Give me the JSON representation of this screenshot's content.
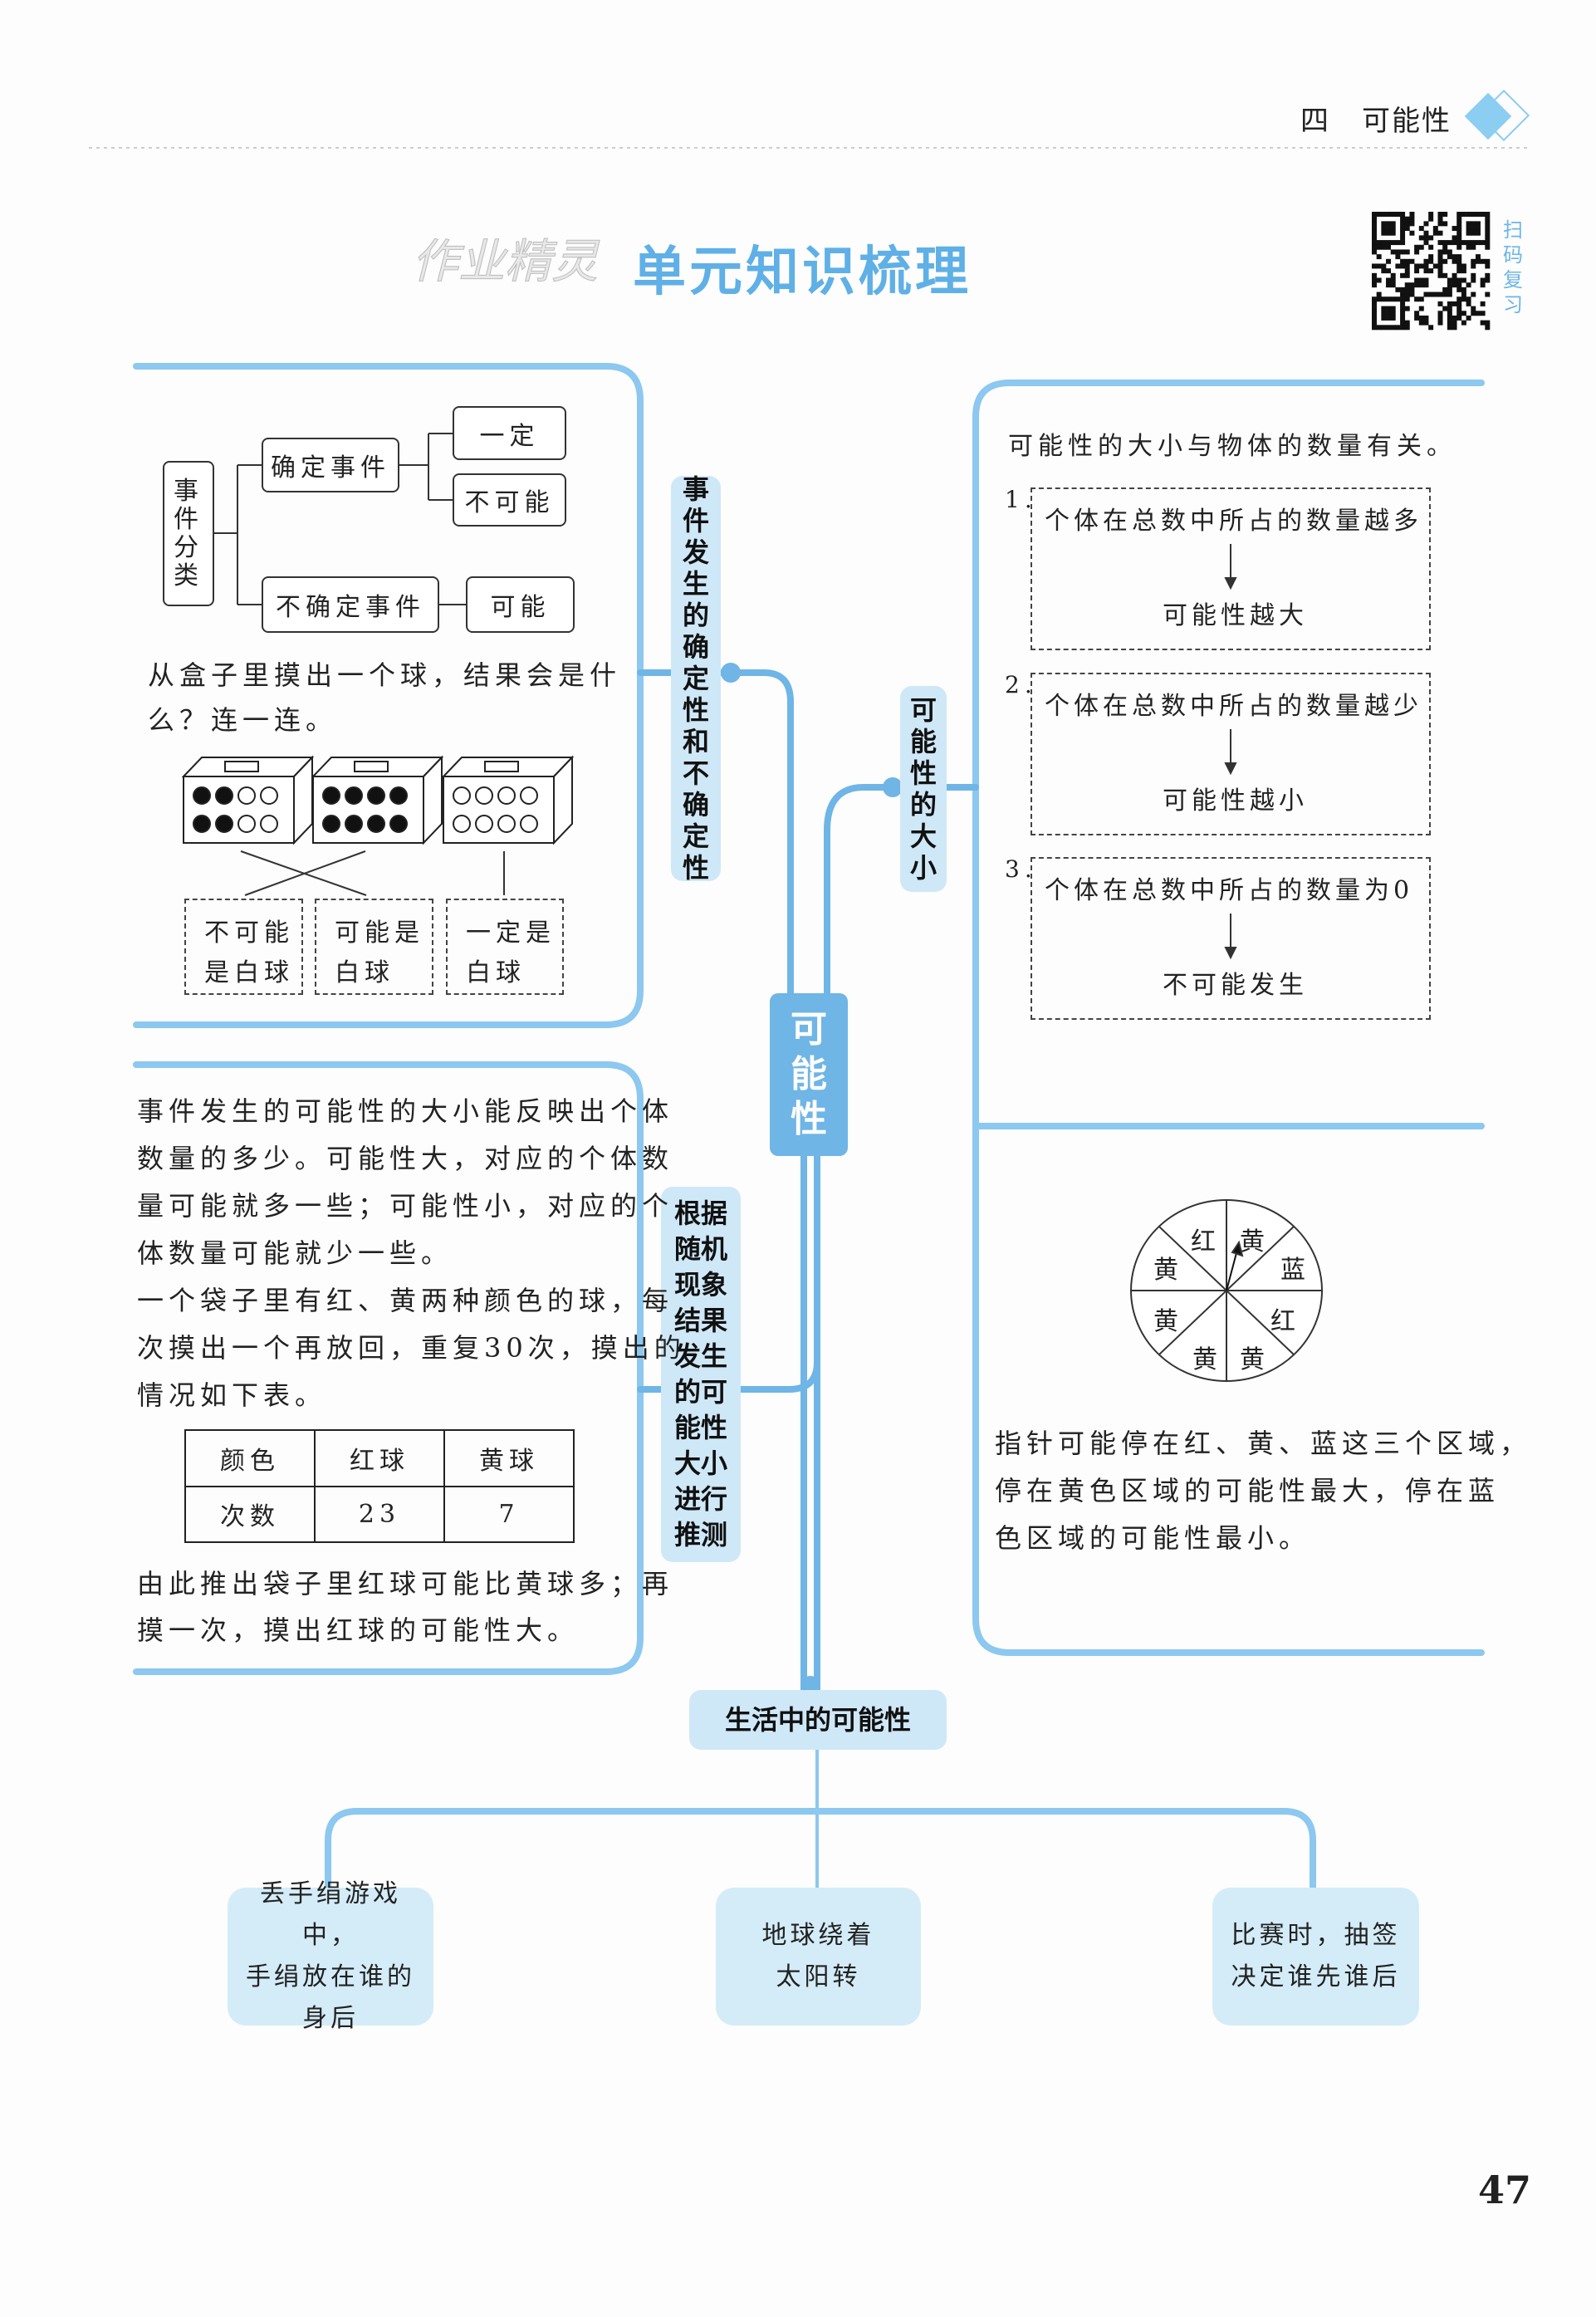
{
  "header": {
    "chapter_number": "四",
    "chapter_title": "可能性"
  },
  "title": {
    "watermark": "作业精灵",
    "main": "单元知识梳理"
  },
  "qr": {
    "caption": "扫码复习"
  },
  "colors": {
    "line": "#8cc8ef",
    "branch": "#6fb5e6",
    "label_bg": "#cfe8f8",
    "center_bg": "#6fb5e6"
  },
  "center_node": {
    "label": "可能性"
  },
  "branch_labels": {
    "certainty": "事件发生的确定性和不确定性",
    "magnitude": "可能性的大小",
    "inference": "根据随机现象结果发生的可能性大小进行推测",
    "life": "生活中的可能性"
  },
  "classification": {
    "root": "事件分类",
    "certain": "确定事件",
    "certain_children": [
      "一定",
      "不可能"
    ],
    "uncertain": "不确定事件",
    "uncertain_children": [
      "可能"
    ]
  },
  "box_question": {
    "lines": [
      "从盒子里摸出一个球，结果会是什",
      "么？连一连。"
    ],
    "answers": [
      [
        "不可能",
        "是白球"
      ],
      [
        "可能是",
        "白球"
      ],
      [
        "一定是",
        "白球"
      ]
    ]
  },
  "inference_panel": {
    "paragraph": [
      "事件发生的可能性的大小能反映出个体",
      "数量的多少。可能性大，对应的个体数",
      "量可能就多一些；可能性小，对应的个",
      "体数量可能就少一些。",
      "一个袋子里有红、黄两种颜色的球，每",
      "次摸出一个再放回，重复30次，摸出的",
      "情况如下表。"
    ],
    "table": {
      "headers": [
        "颜色",
        "红球",
        "黄球"
      ],
      "row": [
        "次数",
        "23",
        "7"
      ]
    },
    "conclusion": [
      "由此推出袋子里红球可能比黄球多；再",
      "摸一次，摸出红球的可能性大。"
    ]
  },
  "magnitude_panel": {
    "intro": "可能性的大小与物体的数量有关。",
    "items": [
      {
        "num": "1.",
        "condition": "个体在总数中所占的数量越多",
        "result": "可能性越大"
      },
      {
        "num": "2.",
        "condition": "个体在总数中所占的数量越少",
        "result": "可能性越小"
      },
      {
        "num": "3.",
        "condition": "个体在总数中所占的数量为0",
        "result": "不可能发生"
      }
    ],
    "spinner_sectors": [
      "黄",
      "蓝",
      "红",
      "黄",
      "黄",
      "黄",
      "黄",
      "红"
    ],
    "spinner_text": [
      "指针可能停在红、黄、蓝这三个区域，",
      "停在黄色区域的可能性最大，停在蓝",
      "色区域的可能性最小。"
    ]
  },
  "life_examples": [
    [
      "丢手绢游戏中，",
      "手绢放在谁的",
      "身后"
    ],
    [
      "地球绕着",
      "太阳转"
    ],
    [
      "比赛时，抽签",
      "决定谁先谁后"
    ]
  ],
  "page_number": "47"
}
